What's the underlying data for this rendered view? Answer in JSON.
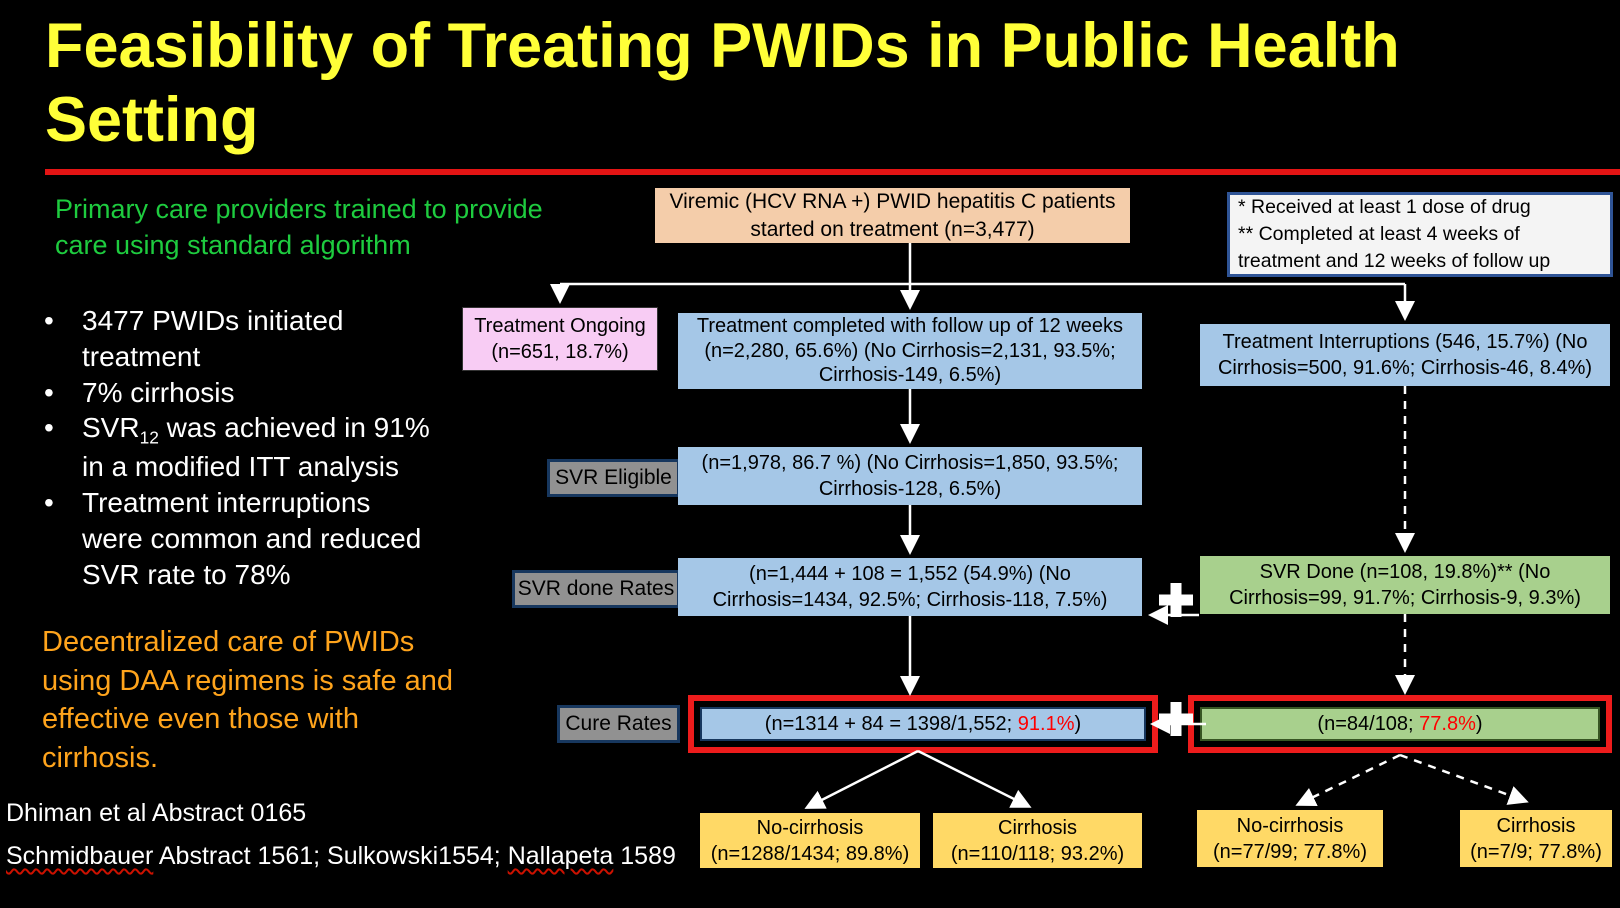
{
  "slide": {
    "title": "Feasibility of Treating PWIDs in Public Health Setting",
    "subtitle": "Primary care providers trained to provide care using standard algorithm",
    "bullet_glyph": "•",
    "bullets": {
      "b1": "3477 PWIDs initiated treatment",
      "b2": "7% cirrhosis",
      "b3_pre": "SVR",
      "b3_sub": "12",
      "b3_post": " was achieved in 91% in a modified ITT analysis",
      "b4": "Treatment interruptions were common and reduced SVR rate to 78%"
    },
    "conclusion": "Decentralized care of PWIDs using DAA regimens is safe and effective even those with cirrhosis.",
    "citation_line1": "Dhiman et al Abstract 0165",
    "citation_line2": {
      "part1": "Schmidbauer",
      "part2": " Abstract 1561; Sulkowski1554; ",
      "part3": "Nallapeta",
      "part4": " 1589"
    }
  },
  "flowchart": {
    "start": "Viremic (HCV RNA +) PWID hepatitis C patients\nstarted on treatment (n=3,477)",
    "note": "* Received at least 1 dose of drug\n** Completed at least 4 weeks of\ntreatment and 12 weeks of follow up",
    "treatment_ongoing": "Treatment Ongoing\n(n=651, 18.7%)",
    "treatment_completed": "Treatment completed with follow up of 12 weeks\n(n=2,280, 65.6%) (No Cirrhosis=2,131, 93.5%;\nCirrhosis-149, 6.5%)",
    "treatment_interruptions": "Treatment Interruptions (546, 15.7%) (No\nCirrhosis=500, 91.6%; Cirrhosis-46, 8.4%)",
    "svr_eligible_label": "SVR Eligible",
    "svr_eligible": "(n=1,978, 86.7 %) (No Cirrhosis=1,850, 93.5%;\nCirrhosis-128, 6.5%)",
    "svr_done_label": "SVR done Rates",
    "svr_done_main": "(n=1,444 + 108 = 1,552 (54.9%) (No\nCirrhosis=1434, 92.5%; Cirrhosis-118, 7.5%)",
    "svr_done_right": "SVR Done (n=108, 19.8%)** (No\nCirrhosis=99, 91.7%; Cirrhosis-9, 9.3%)",
    "cure_label": "Cure Rates",
    "cure_left": {
      "prefix": "(n=1314 + 84 = 1398/1,552; ",
      "pct": "91.1%",
      "suffix": ")"
    },
    "cure_right": {
      "prefix": "(n=84/108; ",
      "pct": "77.8%",
      "suffix": ")"
    },
    "outcome_left_nocirrhosis": "No-cirrhosis\n(n=1288/1434; 89.8%)",
    "outcome_left_cirrhosis": "Cirrhosis\n(n=110/118; 93.2%)",
    "outcome_right_nocirrhosis": "No-cirrhosis\n(n=77/99; 77.8%)",
    "outcome_right_cirrhosis": "Cirrhosis\n(n=7/9; 77.8%)"
  },
  "colors": {
    "title_yellow": "#FFFF38",
    "accent_red": "#E31414",
    "green_text": "#1ECC3F",
    "orange_text": "#FFA41C",
    "box_blue": "#A5C7E7",
    "box_green": "#A8D08D",
    "box_pink": "#F8CCF4",
    "box_tan": "#F4CDAA",
    "box_orange": "#FFD966",
    "label_gray": "#919191",
    "pct_red": "#FF0000"
  }
}
